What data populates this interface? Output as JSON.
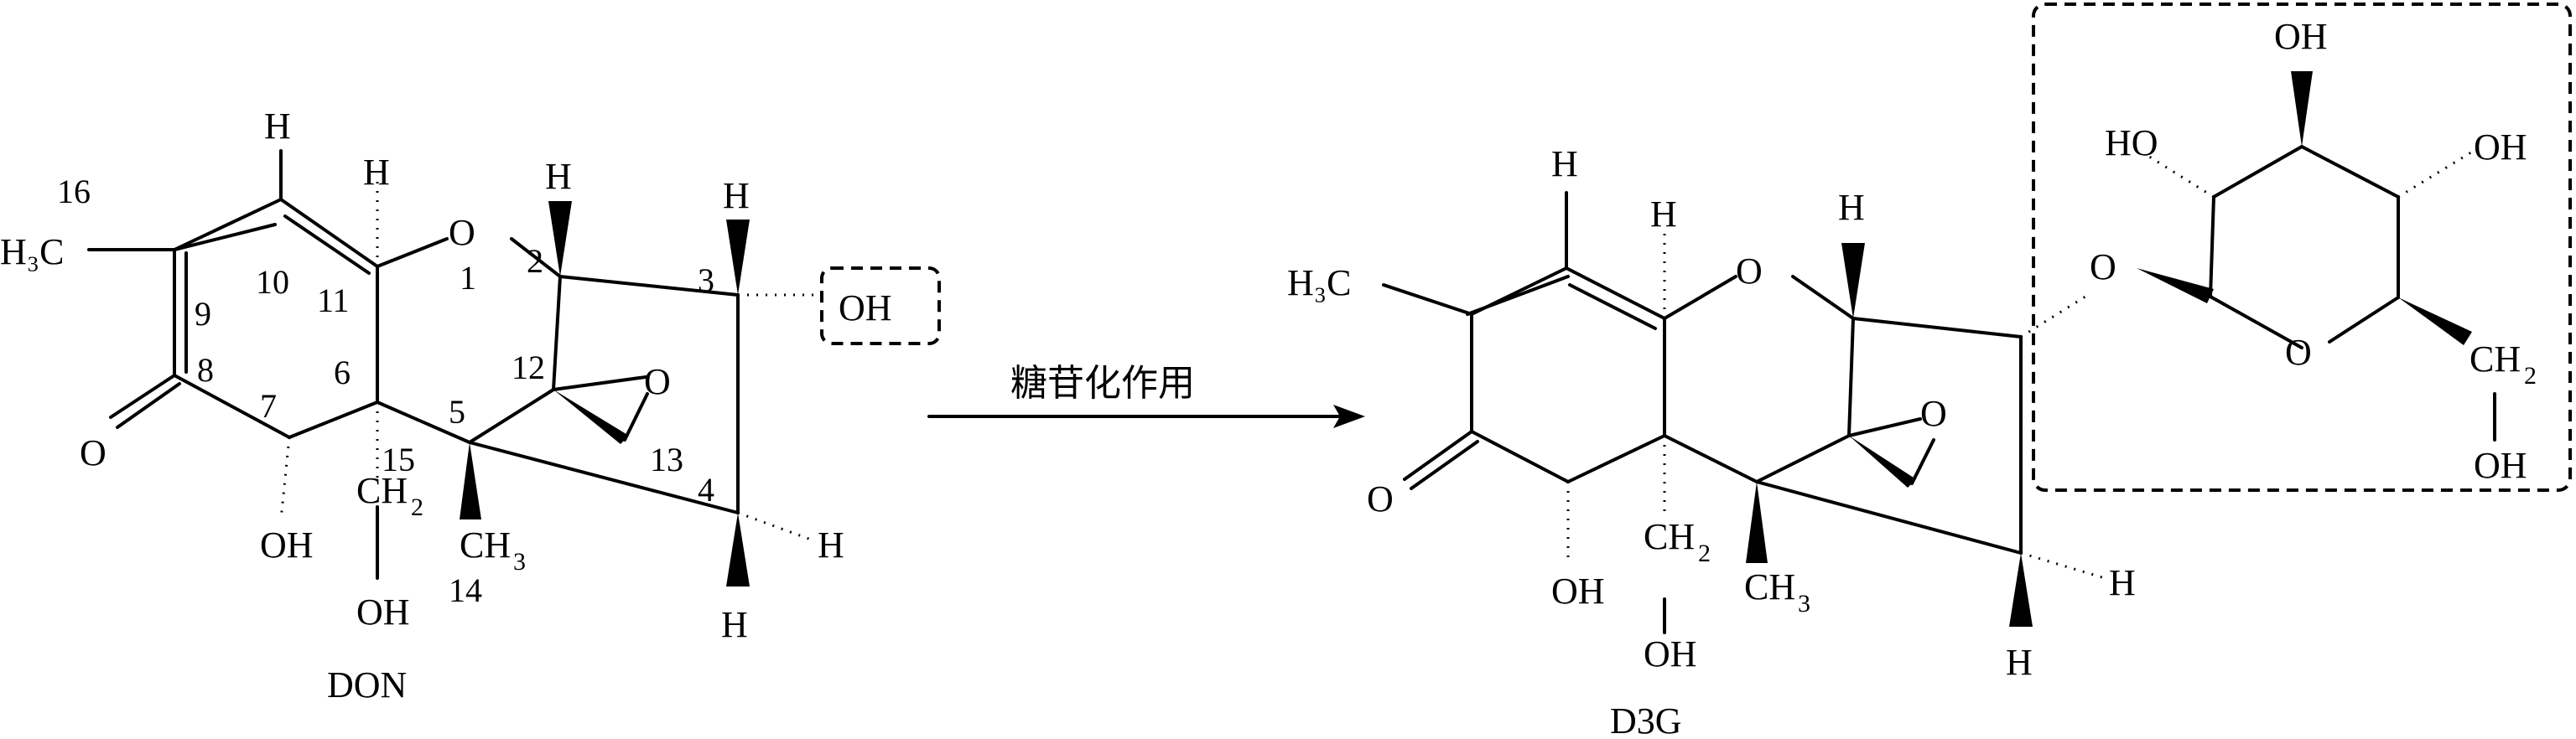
{
  "reaction": {
    "arrow_label": "糖苷化作用",
    "reactant": {
      "name": "DON",
      "atoms": {
        "ch3": "H₃C",
        "h_c10": "H",
        "h_c11": "H",
        "o_ring": "O",
        "h_c2": "H",
        "h_c3": "H",
        "oh_c3": "OH",
        "o_epoxide": "O",
        "keto_o": "O",
        "oh_c7": "OH",
        "ch2": "CH",
        "ch2_sub": "2",
        "oh_c15": "OH",
        "ch3_c14": "CH",
        "ch3_c14_sub": "3",
        "h_c4_right": "H",
        "h_c4_down": "H"
      },
      "numbers": [
        "16",
        "1",
        "2",
        "3",
        "4",
        "5",
        "6",
        "7",
        "8",
        "9",
        "10",
        "11",
        "12",
        "13",
        "14",
        "15"
      ]
    },
    "product": {
      "name": "D3G",
      "atoms": {
        "ch3": "H₃C",
        "h_c10": "H",
        "h_c11": "H",
        "o_ring": "O",
        "h_c2": "H",
        "o_epoxide": "O",
        "keto_o": "O",
        "oh_c7": "OH",
        "ch2": "CH",
        "ch2_sub": "2",
        "oh_c15": "OH",
        "ch3_c14": "CH",
        "ch3_c14_sub": "3",
        "h_c4_right": "H",
        "h_c4_down": "H",
        "glyco_o": "O",
        "sugar_oh_top": "OH",
        "sugar_ho_left": "HO",
        "sugar_oh_right": "OH",
        "sugar_ring_o": "O",
        "sugar_ch2": "CH",
        "sugar_ch2_sub": "2",
        "sugar_oh_bottom": "OH"
      }
    }
  }
}
